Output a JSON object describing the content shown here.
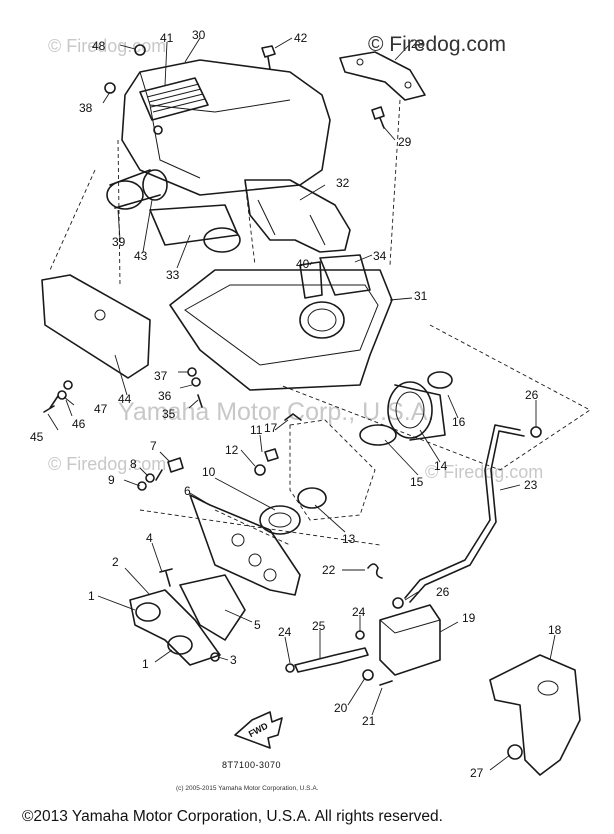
{
  "watermark": {
    "top_right": "© Firedog.com",
    "repeat": "© Firedog.com",
    "center": "Yamaha Motor Corp., U.S.A."
  },
  "diagram": {
    "code": "8T7100-3070",
    "fwd_label": "FWD",
    "callouts": [
      "1",
      "1",
      "2",
      "3",
      "4",
      "5",
      "6",
      "7",
      "8",
      "9",
      "10",
      "11",
      "12",
      "13",
      "14",
      "15",
      "16",
      "17",
      "18",
      "19",
      "20",
      "21",
      "22",
      "23",
      "24",
      "24",
      "25",
      "26",
      "26",
      "27",
      "28",
      "29",
      "30",
      "31",
      "32",
      "33",
      "34",
      "35",
      "36",
      "37",
      "38",
      "39",
      "40",
      "41",
      "42",
      "43",
      "44",
      "45",
      "46",
      "47",
      "48"
    ]
  },
  "copyright": {
    "small": "(c) 2005-2015 Yamaha Motor Corporation, U.S.A.",
    "footer": "©2013 Yamaha Motor Corporation, U.S.A. All rights reserved."
  }
}
